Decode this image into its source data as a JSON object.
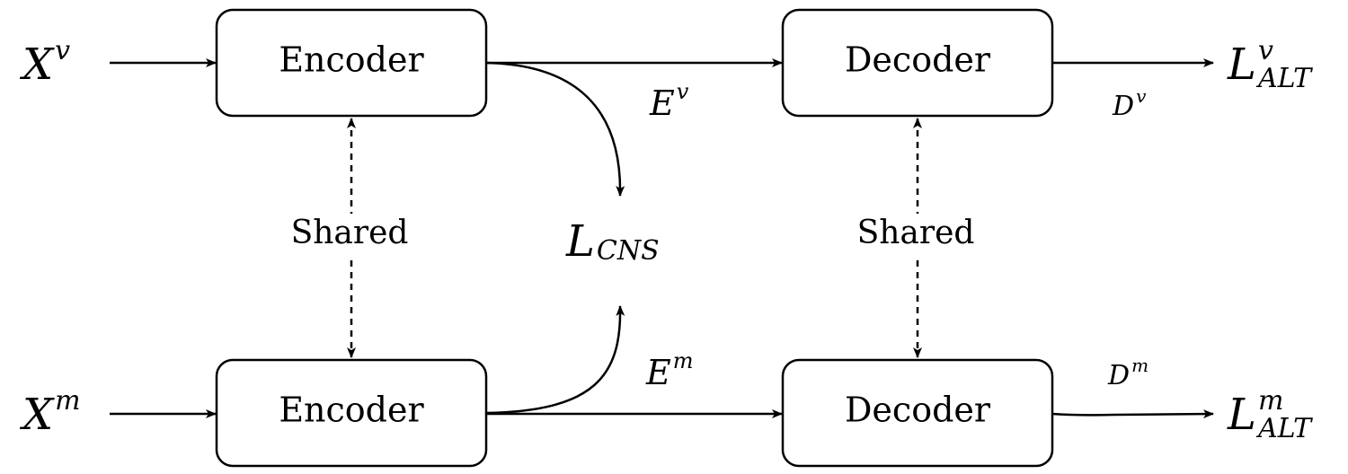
{
  "inputs": {
    "top": {
      "base": "X",
      "sup": "v"
    },
    "bottom": {
      "base": "X",
      "sup": "m"
    }
  },
  "blocks": {
    "encoder_top": "Encoder",
    "encoder_bottom": "Encoder",
    "decoder_top": "Decoder",
    "decoder_bottom": "Decoder"
  },
  "shared_labels": {
    "encoders": "Shared",
    "decoders": "Shared"
  },
  "edge_labels": {
    "e_top": {
      "base": "E",
      "sup": "v"
    },
    "e_bottom": {
      "base": "E",
      "sup": "m"
    },
    "d_top": {
      "base": "D",
      "sup": "v"
    },
    "d_bottom": {
      "base": "D",
      "sup": "m"
    }
  },
  "losses": {
    "cns": {
      "base": "L",
      "sub": "CNS"
    },
    "alt_top": {
      "base": "L",
      "sup": "v",
      "sub": "ALT"
    },
    "alt_bottom": {
      "base": "L",
      "sup": "m",
      "sub": "ALT"
    }
  }
}
